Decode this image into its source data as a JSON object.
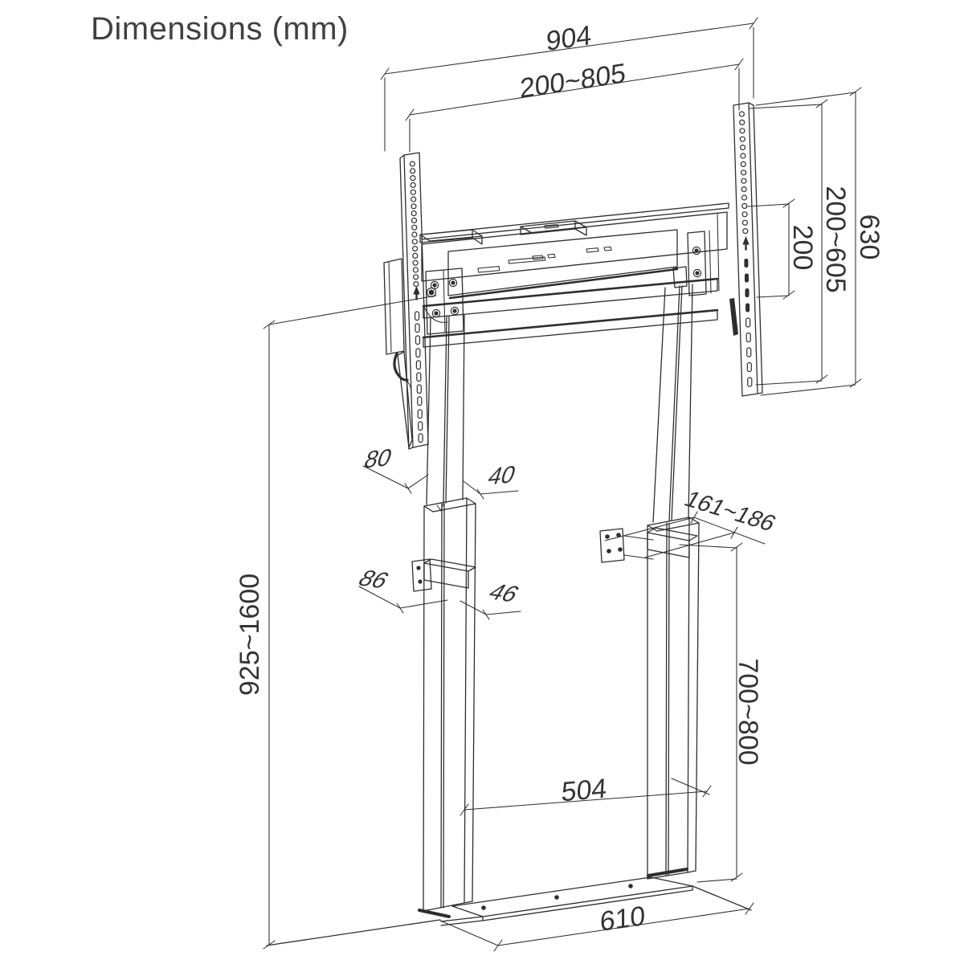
{
  "title": "Dimensions (mm)",
  "units": "mm",
  "colors": {
    "background": "#ffffff",
    "line": "#2e2e2e",
    "text": "#333333"
  },
  "drawing": {
    "subject": "tv-floor-stand-technical-drawing",
    "dimension_labels": {
      "overall_width": "904",
      "vesa_width_range": "200~805",
      "vesa_height_step": "200",
      "vesa_height_range": "200~605",
      "rail_height": "630",
      "inner_column_width": "80",
      "inner_column_depth": "40",
      "outer_column_width": "86",
      "outer_column_depth": "46",
      "wall_bracket_offset_range": "161~186",
      "screen_height_range": "925~1600",
      "wall_bracket_height_range": "700~800",
      "column_spacing": "504",
      "base_width": "610"
    }
  }
}
